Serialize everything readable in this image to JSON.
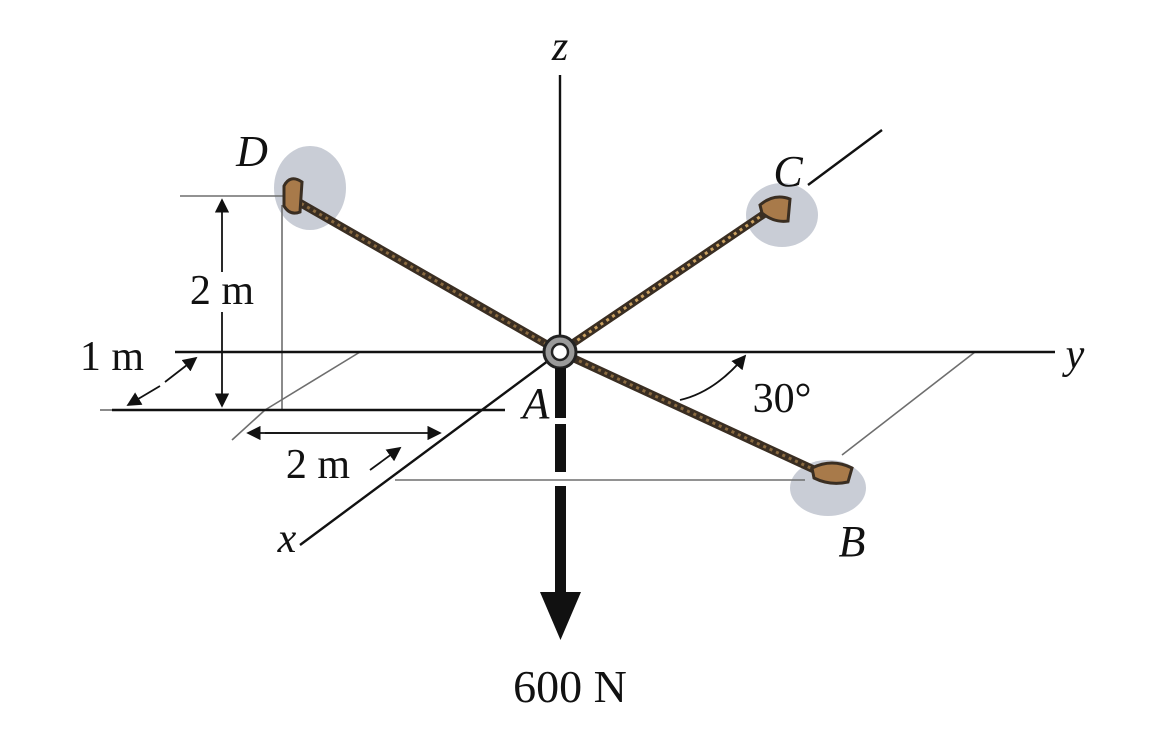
{
  "diagram": {
    "axes": {
      "x": "x",
      "y": "y",
      "z": "z"
    },
    "points": {
      "A": "A",
      "B": "B",
      "C": "C",
      "D": "D"
    },
    "dimensions": {
      "height_D": "2 m",
      "offset_D": "1 m",
      "offset_B": "2 m"
    },
    "angle": "30°",
    "load": "600 N",
    "colors": {
      "cable": "#4a3b2a",
      "anchor": "#a87a4a",
      "wall_shadow": "#c9cdd6",
      "line": "#111111",
      "thin_line": "#6e6e6e"
    }
  }
}
